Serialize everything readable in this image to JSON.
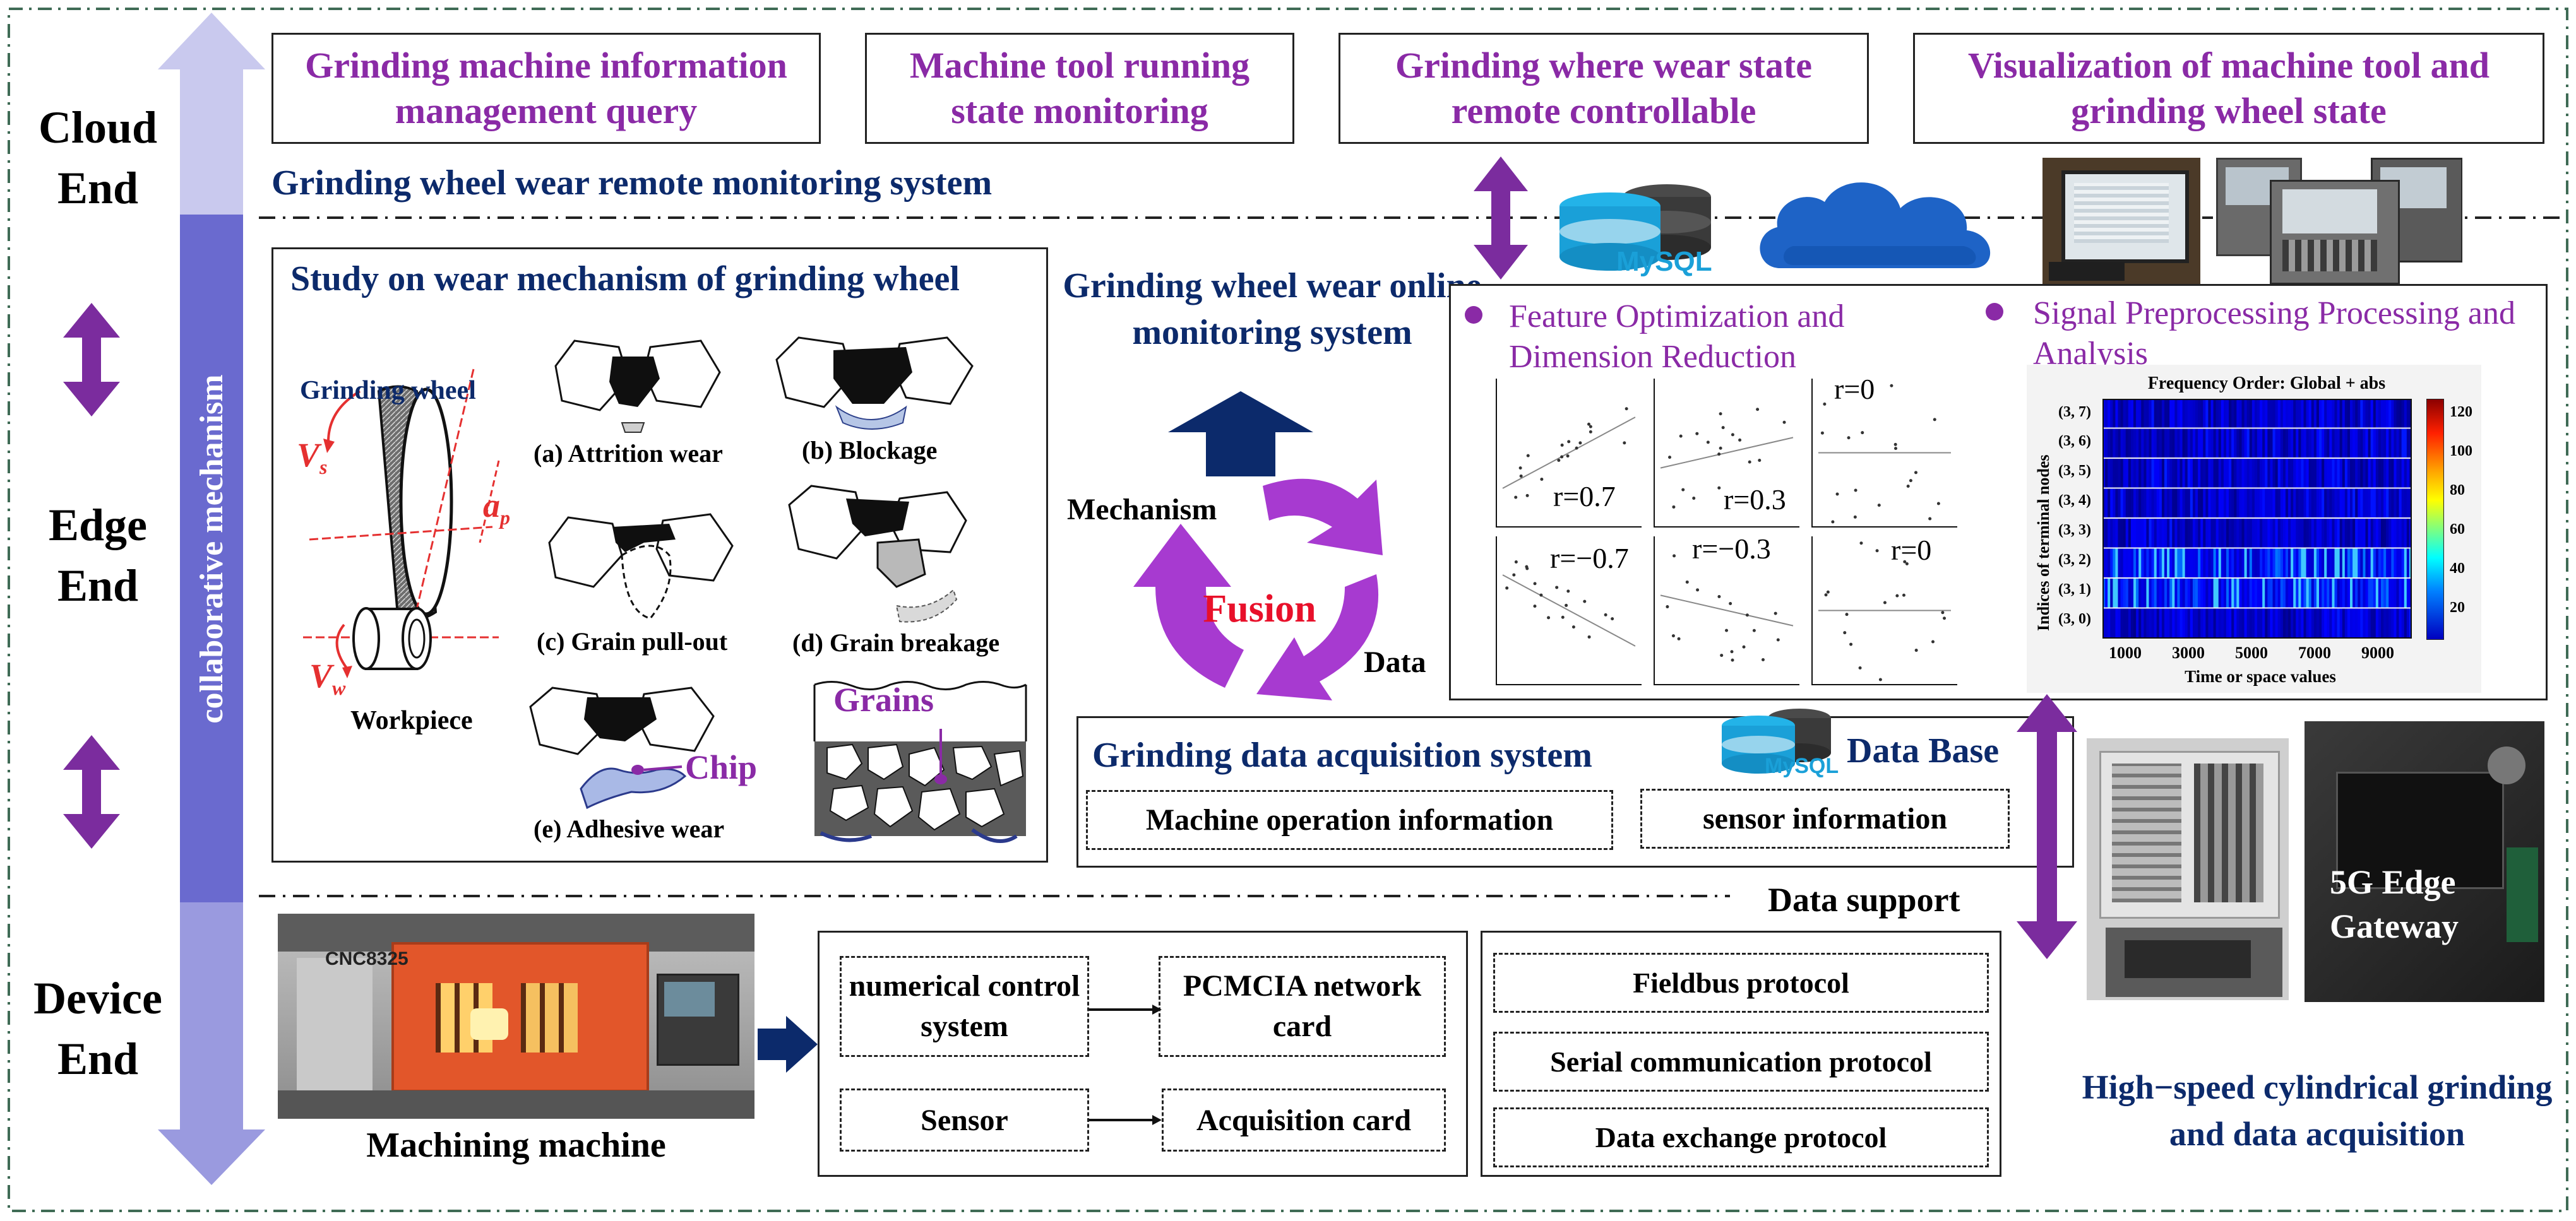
{
  "layers": {
    "cloud": "Cloud End",
    "edge": "Edge End",
    "device": "Device End",
    "axis": "collaborative mechanism"
  },
  "cloud": {
    "boxes": [
      "Grinding machine information management query",
      "Machine tool running state monitoring",
      "Grinding where wear state remote controllable",
      "Visualization of machine tool and grinding wheel state"
    ],
    "system": "Grinding wheel wear remote monitoring system",
    "mysql": "MySQL"
  },
  "mechanism_panel": {
    "title": "Study on wear mechanism of grinding wheel",
    "grinding_wheel": "Grinding wheel",
    "workpiece": "Workpiece",
    "vs": "V",
    "vs_sub": "s",
    "vw": "V",
    "vw_sub": "w",
    "ap": "a",
    "ap_sub": "p",
    "captions": [
      "(a) Attrition wear",
      "(b) Blockage",
      "(c) Grain pull-out",
      "(d) Grain breakage",
      "(e) Adhesive wear"
    ],
    "chip": "Chip",
    "grains": "Grains"
  },
  "fusion": {
    "online_system": "Grinding wheel wear online monitoring system",
    "mechanism": "Mechanism",
    "fusion": "Fusion",
    "data": "Data"
  },
  "analysis": {
    "feature_title": "Feature Optimization and Dimension Reduction",
    "signal_title": "Signal Preprocessing Processing and Analysis",
    "correlations": [
      "r=0.7",
      "r=0.3",
      "r=0",
      "r=−0.7",
      "r=−0.3",
      "r=0"
    ],
    "heatmap": {
      "title": "Frequency Order: Global + abs",
      "ylabel": "Indices of terminal nodes",
      "xlabel": "Time or space values",
      "yticks": [
        "(3, 7)",
        "(3, 6)",
        "(3, 5)",
        "(3, 4)",
        "(3, 3)",
        "(3, 2)",
        "(3, 1)",
        "(3, 0)"
      ],
      "xticks": [
        "1000",
        "3000",
        "5000",
        "7000",
        "9000"
      ],
      "colorbar_ticks": [
        "120",
        "100",
        "80",
        "60",
        "40",
        "20"
      ]
    }
  },
  "acquisition": {
    "title": "Grinding data acquisition system",
    "database": "Data Base",
    "machine_info": "Machine operation information",
    "sensor_info": "sensor information",
    "mysql": "MySQL"
  },
  "device": {
    "machine_caption": "Machining machine",
    "machine_label": "CNC8325",
    "data_support": "Data support",
    "nc_system": "numerical control system",
    "pcmcia": "PCMCIA network card",
    "sensor": "Sensor",
    "acq_card": "Acquisition card",
    "protocols": [
      "Fieldbus protocol",
      "Serial communication protocol",
      "Data exchange protocol"
    ],
    "gateway": "5G Edge Gateway",
    "highspeed": "High−speed cylindrical grinding and data acquisition"
  },
  "chart_data": [
    {
      "type": "scatter",
      "panels": [
        {
          "label": "r=0.7",
          "r": 0.7
        },
        {
          "label": "r=0.3",
          "r": 0.3
        },
        {
          "label": "r=0",
          "r": 0
        },
        {
          "label": "r=−0.7",
          "r": -0.7
        },
        {
          "label": "r=−0.3",
          "r": -0.3
        },
        {
          "label": "r=0",
          "r": 0
        }
      ]
    },
    {
      "type": "heatmap",
      "title": "Frequency Order: Global + abs",
      "xlabel": "Time or space values",
      "ylabel": "Indices of terminal nodes",
      "rows": [
        "(3, 7)",
        "(3, 6)",
        "(3, 5)",
        "(3, 4)",
        "(3, 3)",
        "(3, 2)",
        "(3, 1)",
        "(3, 0)"
      ],
      "x_ticks": [
        1000,
        3000,
        5000,
        7000,
        9000
      ],
      "color_range": [
        0,
        130
      ],
      "colorbar_ticks": [
        20,
        40,
        60,
        80,
        100,
        120
      ]
    }
  ],
  "colors": {
    "navy": "#0c2a6b",
    "purple": "#8a2aa6",
    "arrow_purple": "#7b2c9e",
    "fusion_red": "#e8102a",
    "axis_light": "#c9c9ee",
    "axis_mid": "#6a6acf"
  }
}
